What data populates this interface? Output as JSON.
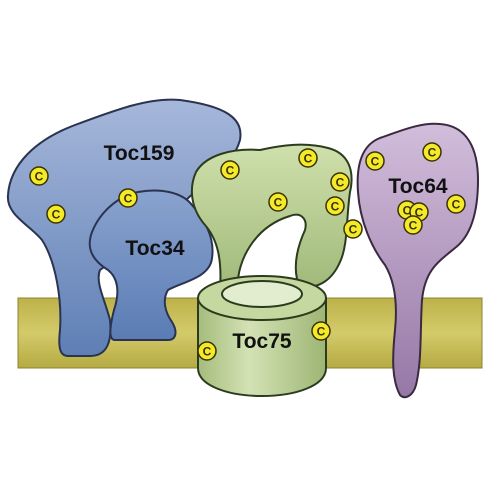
{
  "components": {
    "toc159": {
      "label": "Toc159"
    },
    "toc34": {
      "label": "Toc34"
    },
    "toc75": {
      "label": "Toc75"
    },
    "toc64": {
      "label": "Toc64"
    }
  },
  "marker": {
    "label": "C"
  },
  "colors": {
    "membrane": "#c9bf5a",
    "toc159": "#7d98c8",
    "toc34": "#6f8dc0",
    "toc75": "#b7cc8d",
    "toc64": "#b08ab8",
    "marker_fill": "#f4ea2a"
  }
}
